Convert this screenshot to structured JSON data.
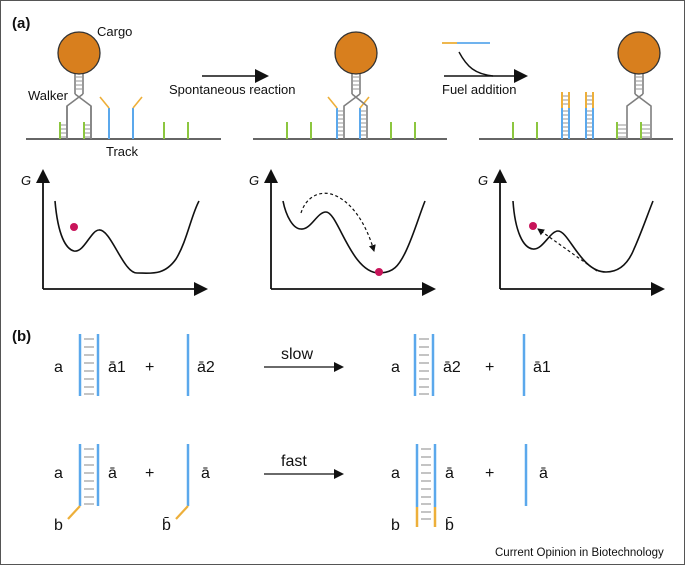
{
  "panel_a": {
    "label": "(a)",
    "cargo_label": "Cargo",
    "walker_label": "Walker",
    "track_label": "Track",
    "step1_label": "Spontaneous reaction",
    "step2_label": "Fuel addition",
    "energy_axis_label": "G",
    "energy_states": [
      {
        "state": "walker at metastable minimum",
        "arrow": "none"
      },
      {
        "state": "walker at global minimum",
        "arrow": "downhill over barrier"
      },
      {
        "state": "walker returned to metastable minimum",
        "arrow": "uphill by fuel"
      }
    ]
  },
  "panel_b": {
    "label": "(b)",
    "row1": {
      "left_duplex_top": "a",
      "left_duplex_right": "ā1",
      "plus1": "+",
      "left_single": "ā2",
      "arrow_label": "slow",
      "right_duplex_top": "a",
      "right_duplex_right": "ā2",
      "plus2": "+",
      "right_single": "ā1"
    },
    "row2": {
      "left_duplex_top": "a",
      "left_duplex_right": "ā",
      "left_toehold": "b",
      "plus1": "+",
      "left_single": "ā",
      "left_single_toehold": "b̄",
      "arrow_label": "fast",
      "right_duplex_top": "a",
      "right_duplex_right": "ā",
      "right_toehold_left": "b",
      "right_toehold_right": "b̄",
      "plus2": "+",
      "right_single": "ā"
    }
  },
  "credit": "Current Opinion in Biotechnology",
  "colors": {
    "cargo": "#D87F1E",
    "blue_strand": "#5BA8EC",
    "orange_strand": "#EDAF3A",
    "green_anchor": "#8CC63F",
    "walker_gray": "#7F7F7F",
    "particle": "#C8145A"
  }
}
